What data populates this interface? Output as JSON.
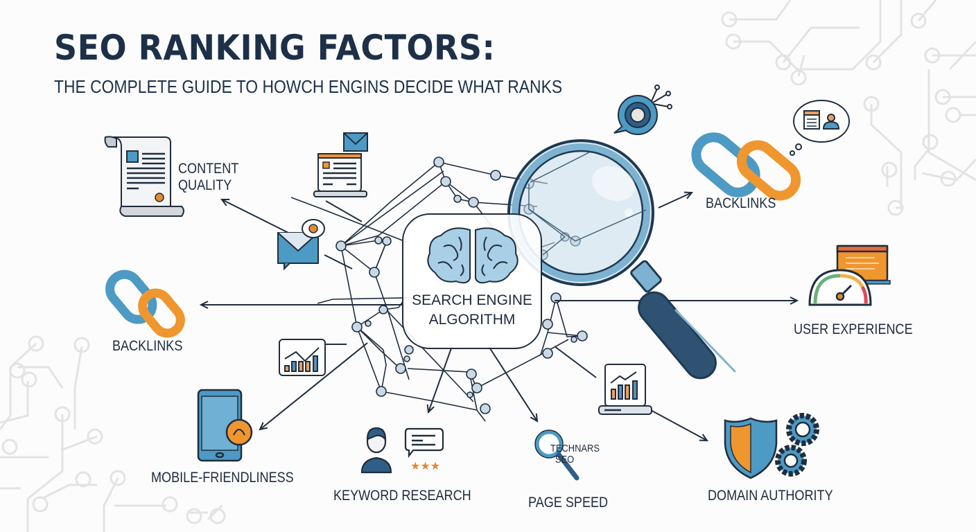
{
  "header": {
    "title": "SEO RANKING FACTORS:",
    "subtitle": "THE COMPLETE GUIDE TO HOWCH ENGINS DECIDE WHAT RANKS"
  },
  "center": {
    "icon": "brain-icon",
    "label_line1": "SEARCH ENGINE",
    "label_line2": "ALGORITHM"
  },
  "factors": [
    {
      "id": "content-quality",
      "label_line1": "CONTENT",
      "label_line2": "QUALITY",
      "icon": "document-scroll-icon"
    },
    {
      "id": "backlinks-left",
      "label": "BACKLINKS",
      "icon": "chain-link-icon"
    },
    {
      "id": "mobile-friendliness",
      "label": "MOBILE-FRIENDLINESS",
      "icon": "smartphone-icon"
    },
    {
      "id": "keyword-research",
      "label": "KEYWORD RESEARCH",
      "icon": "person-review-icon"
    },
    {
      "id": "page-speed",
      "label": "PAGE SPEED",
      "icon": "magnifier-icon",
      "inner_text_line1": "TECHNARS",
      "inner_text_line2": "SEO"
    },
    {
      "id": "domain-authority",
      "label": "DOMAIN AUTHORITY",
      "icon": "shield-gears-icon"
    },
    {
      "id": "user-experience",
      "label": "USER EXPERIENCE",
      "icon": "speedometer-icon"
    },
    {
      "id": "backlinks-right",
      "label": "BACKLINKS",
      "icon": "chain-link-icon"
    }
  ],
  "decorative_icons": [
    "laptop-document-icon",
    "email-icon",
    "bar-chart-icon",
    "laptop-chart-icon",
    "target-chat-icon",
    "thought-bubble-icon",
    "large-magnifying-glass-icon",
    "circuit-background"
  ],
  "colors": {
    "navy": "#1d3048",
    "blue": "#4d9ac4",
    "light_blue": "#a9cfe6",
    "orange": "#f0962e",
    "node_fill": "#c9d9e6",
    "circuit": "#e4e4e4"
  }
}
